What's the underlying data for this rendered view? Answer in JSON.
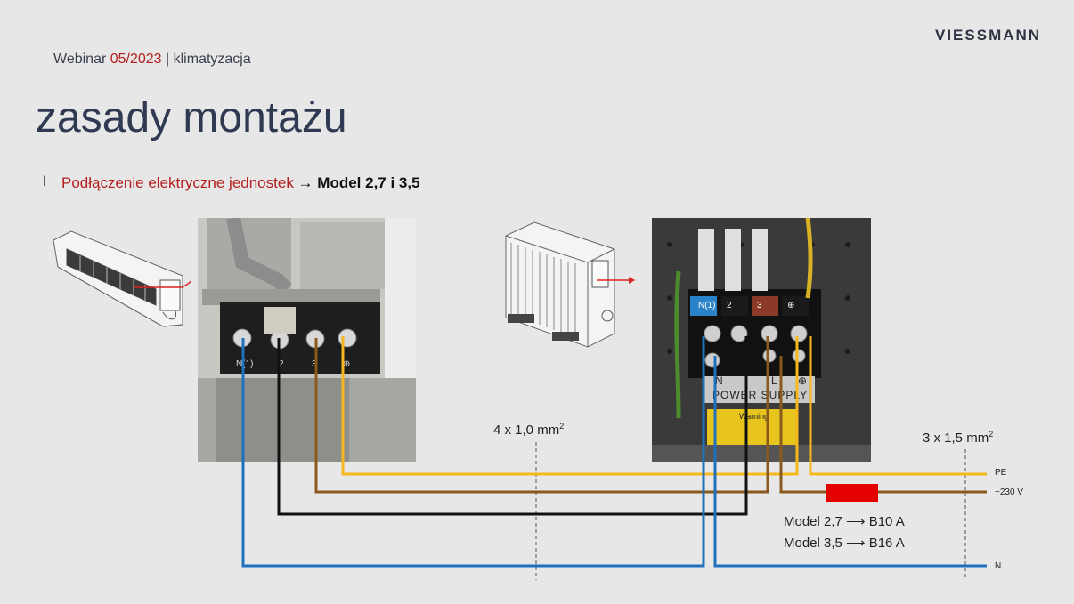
{
  "header": {
    "prefix": "Webinar ",
    "date": "05/2023",
    "suffix": " | klimatyzacja"
  },
  "logo": {
    "text": "VIESSMANN"
  },
  "title": "zasady montażu",
  "subtitle": {
    "bullet": "l",
    "red": "Podłączenie elektryczne jednostek",
    "arrow": " → ",
    "bold": "Model 2,7 i 3,5"
  },
  "indoor_terminals": [
    "N(1)",
    "2",
    "3",
    "⊕"
  ],
  "outdoor_terminals": [
    "N(1)",
    "2",
    "3",
    "⊕"
  ],
  "outdoor_lower_labels": [
    "N",
    "L",
    "⊕"
  ],
  "power_supply_label": "POWER SUPPLY",
  "warning_label": "Warning",
  "cable_indoor": {
    "text": "4 x 1,0 mm",
    "sup": "2"
  },
  "cable_supply": {
    "text": "3 x 1,5 mm",
    "sup": "2"
  },
  "supply_lines": {
    "pe": "PE",
    "phase": "~230 V",
    "neutral": "N"
  },
  "breakers": {
    "model27": "Model 2,7 ⟶ B10 A",
    "model35": "Model 3,5 ⟶ B16 A"
  },
  "colors": {
    "brand_red": "#b51e1e",
    "pe_yellow": "#f6b81c",
    "phase_brown": "#8a5a1c",
    "neutral_blue": "#2070bd",
    "wire_black": "#111111",
    "fuse_red": "#e50000"
  }
}
